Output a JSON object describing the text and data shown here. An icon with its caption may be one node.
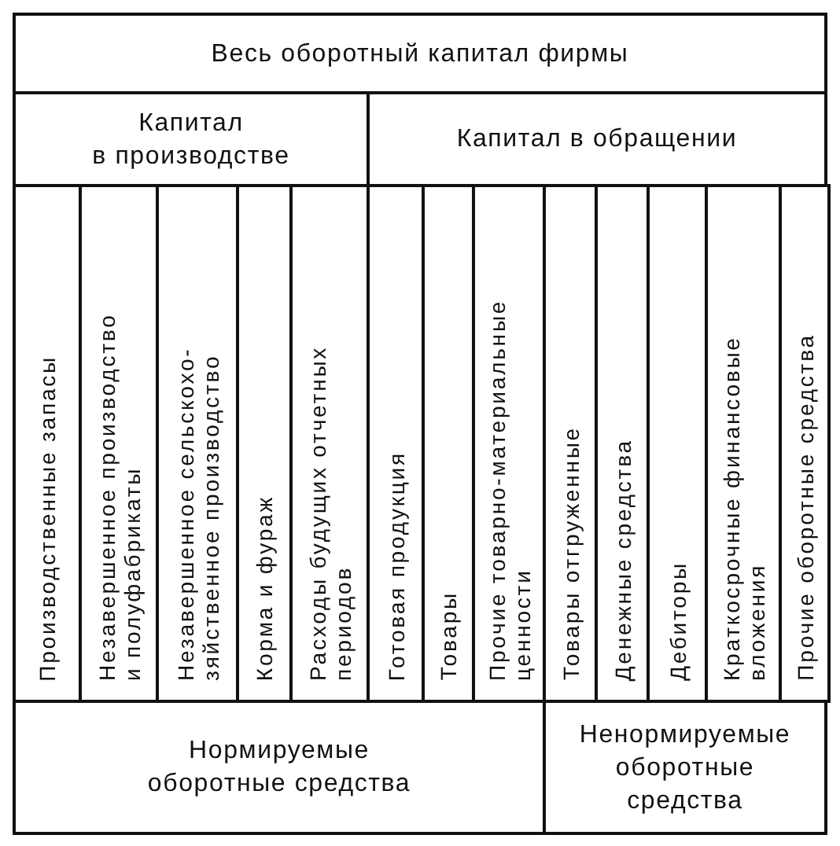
{
  "diagram": {
    "nodes": [
      {
        "text": [
          "Весь оборотный капитал фирмы"
        ]
      },
      {
        "text": [
          "Капитал в производстве"
        ]
      },
      {
        "text": [
          "Капитал в обращении"
        ]
      },
      {
        "text": [
          "Производственные запасы"
        ]
      },
      {
        "text": [
          "Незавершенное производство и полуфабрикаты"
        ]
      },
      {
        "text": [
          "Незавершенное сельскохо-зяйственное производство"
        ]
      },
      {
        "text": [
          "Корма и фураж"
        ]
      },
      {
        "text": [
          "Расходы будущих отчетных периодов"
        ]
      },
      {
        "text": [
          "Готовая продукция"
        ]
      },
      {
        "text": [
          "Товары"
        ]
      },
      {
        "text": [
          "Прочие товарно-материальные ценности"
        ]
      },
      {
        "text": [
          "Товары отгруженные"
        ]
      },
      {
        "text": [
          "Денежные средства"
        ]
      },
      {
        "text": [
          "Дебиторы"
        ]
      },
      {
        "text": [
          "Краткосрочные финансовые вложения"
        ]
      },
      {
        "text": [
          "Прочие оборотные средства"
        ]
      },
      {
        "text": [
          "Нормируемые оборотные средства"
        ]
      },
      {
        "text": [
          "Ненормируемые оборотные средства"
        ]
      }
    ]
  }
}
